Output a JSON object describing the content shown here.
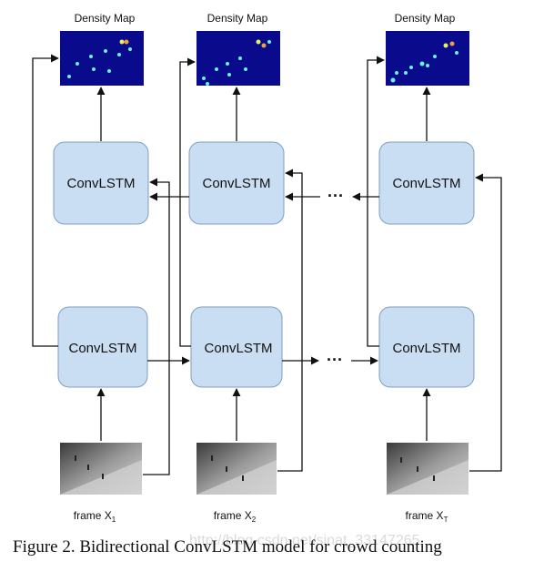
{
  "colors": {
    "box_fill": "#c9def3",
    "box_stroke": "#7f9fc2",
    "arrow": "#111111",
    "density_bg": "#0a0a8c",
    "density_dot": "#6cf0e0",
    "frame_dark": "#555555",
    "frame_light": "#cfcfcf"
  },
  "columns": [
    {
      "density_label": "Density Map",
      "upper_label": "ConvLSTM",
      "lower_label": "ConvLSTM",
      "frame_prefix": "frame X",
      "frame_sub": "1"
    },
    {
      "density_label": "Density Map",
      "upper_label": "ConvLSTM",
      "lower_label": "ConvLSTM",
      "frame_prefix": "frame X",
      "frame_sub": "2"
    },
    {
      "density_label": "Density Map",
      "upper_label": "ConvLSTM",
      "lower_label": "ConvLSTM",
      "frame_prefix": "frame X",
      "frame_sub": "T"
    }
  ],
  "ellipsis_upper": "···",
  "ellipsis_lower": "···",
  "caption": "Figure 2. Bidirectional ConvLSTM model for crowd counting",
  "watermark": "http://blog.csdn.net/sinat_33147265"
}
